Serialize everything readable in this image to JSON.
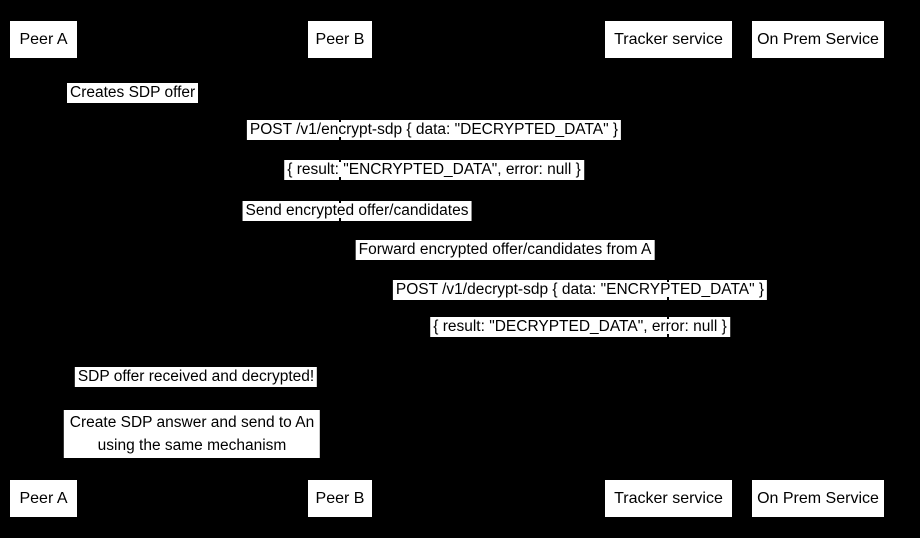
{
  "diagram": {
    "type": "sequence-diagram",
    "background_color": "#000000",
    "participant_fill": "#ffffff",
    "message_label_fill": "#ffffff",
    "text_color": "#000000"
  },
  "participants": [
    {
      "id": "peer-a",
      "label": "Peer A"
    },
    {
      "id": "peer-b",
      "label": "Peer B"
    },
    {
      "id": "tracker-service",
      "label": "Tracker service"
    },
    {
      "id": "on-prem-service",
      "label": "On Prem Service"
    }
  ],
  "messages": [
    {
      "text": "Creates SDP offer",
      "from": "Peer A",
      "to": "Peer A",
      "kind": "self"
    },
    {
      "text": "POST /v1/encrypt-sdp { data: \"DECRYPTED_DATA\" }",
      "from": "Peer A",
      "to": "On Prem Service",
      "kind": "request"
    },
    {
      "text": "{ result: \"ENCRYPTED_DATA\", error: null }",
      "from": "On Prem Service",
      "to": "Peer A",
      "kind": "response"
    },
    {
      "text": "Send encrypted offer/candidates",
      "from": "Peer A",
      "to": "Tracker service",
      "kind": "request"
    },
    {
      "text": "Forward encrypted offer/candidates from A",
      "from": "Tracker service",
      "to": "Peer B",
      "kind": "request"
    },
    {
      "text": "POST /v1/decrypt-sdp { data: \"ENCRYPTED_DATA\" }",
      "from": "Peer B",
      "to": "On Prem Service",
      "kind": "request"
    },
    {
      "text": "{ result: \"DECRYPTED_DATA\", error: null }",
      "from": "On Prem Service",
      "to": "Peer B",
      "kind": "response"
    },
    {
      "text": "SDP offer received and decrypted!",
      "from": "Peer B",
      "to": "Peer A",
      "kind": "message"
    }
  ],
  "note": {
    "text": "Create SDP answer and send to An\nusing the same mechanism",
    "over": "Peer A, Peer B"
  }
}
